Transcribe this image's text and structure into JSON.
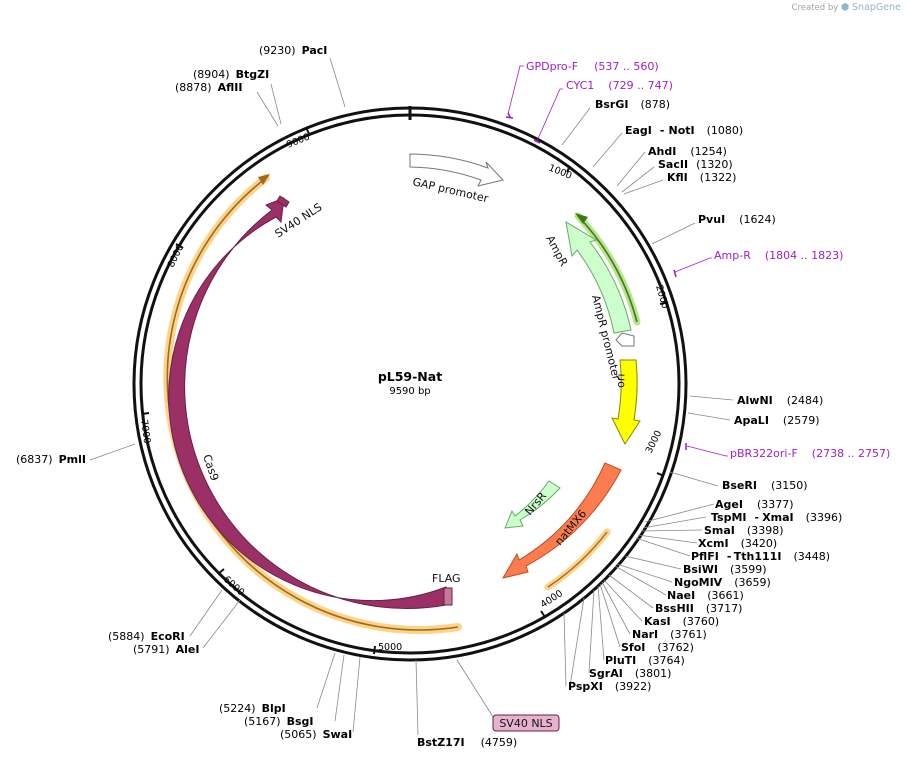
{
  "brand": {
    "created_by": "Created by",
    "product": "SnapGene"
  },
  "plasmid": {
    "name": "pL59-Nat",
    "size_label": "9590 bp",
    "length": 9590
  },
  "ticks": [
    "1000",
    "2000",
    "3000",
    "4000",
    "5000",
    "6000",
    "7000",
    "8000",
    "9000"
  ],
  "enzymes": [
    {
      "name": "PacI",
      "pos": "(9230)"
    },
    {
      "name": "BtgZI",
      "pos": "(8904)"
    },
    {
      "name": "AflII",
      "pos": "(8878)"
    },
    {
      "name": "BsrGI",
      "pos": "(878)"
    },
    {
      "name": "EagI",
      "name2": "NotI",
      "pos": "(1080)"
    },
    {
      "name": "AhdI",
      "pos": "(1254)"
    },
    {
      "name": "SacII",
      "pos": "(1320)"
    },
    {
      "name": "KflI",
      "pos": "(1322)"
    },
    {
      "name": "PvuI",
      "pos": "(1624)"
    },
    {
      "name": "AlwNI",
      "pos": "(2484)"
    },
    {
      "name": "ApaLI",
      "pos": "(2579)"
    },
    {
      "name": "BseRI",
      "pos": "(3150)"
    },
    {
      "name": "AgeI",
      "pos": "(3377)"
    },
    {
      "name": "TspMI",
      "name2": "XmaI",
      "pos": "(3396)"
    },
    {
      "name": "SmaI",
      "pos": "(3398)"
    },
    {
      "name": "XcmI",
      "pos": "(3420)"
    },
    {
      "name": "PflFI",
      "name2": "Tth111I",
      "pos": "(3448)"
    },
    {
      "name": "BsiWI",
      "pos": "(3599)"
    },
    {
      "name": "NgoMIV",
      "pos": "(3659)"
    },
    {
      "name": "NaeI",
      "pos": "(3661)"
    },
    {
      "name": "BssHII",
      "pos": "(3717)"
    },
    {
      "name": "KasI",
      "pos": "(3760)"
    },
    {
      "name": "NarI",
      "pos": "(3761)"
    },
    {
      "name": "SfoI",
      "pos": "(3762)"
    },
    {
      "name": "PluTI",
      "pos": "(3764)"
    },
    {
      "name": "SgrAI",
      "pos": "(3801)"
    },
    {
      "name": "PspXI",
      "pos": "(3922)"
    },
    {
      "name": "BstZ17I",
      "pos": "(4759)"
    },
    {
      "name": "SwaI",
      "pos": "(5065)"
    },
    {
      "name": "BsgI",
      "pos": "(5167)"
    },
    {
      "name": "BlpI",
      "pos": "(5224)"
    },
    {
      "name": "AleI",
      "pos": "(5791)"
    },
    {
      "name": "EcoRI",
      "pos": "(5884)"
    },
    {
      "name": "PmlI",
      "pos": "(6837)"
    }
  ],
  "primers": [
    {
      "name": "GPDpro-F",
      "range": "(537 .. 560)"
    },
    {
      "name": "CYC1",
      "range": "(729 .. 747)"
    },
    {
      "name": "Amp-R",
      "range": "(1804 .. 1823)"
    },
    {
      "name": "pBR322ori-F",
      "range": "(2738 .. 2757)"
    }
  ],
  "features": {
    "gap_promoter": "GAP promoter",
    "ampr": "AmpR",
    "ampr_promoter": "AmpR promoter",
    "ori": "ori",
    "nrsr": "NrsR",
    "natmx6": "natMX6",
    "flag": "FLAG",
    "cas9": "Cas9",
    "sv40_nls_top": "SV40 NLS",
    "sv40_nls_box": "SV40 NLS"
  },
  "colors": {
    "primer": "#a020c8",
    "cas9": "#9b3067",
    "natmx6": "#fb7d4f",
    "ori": "#ffff00",
    "ampr_fill": "#ccffcc",
    "orf_highlight": "#f8c76d",
    "ampr_orf": "#5fa01e"
  }
}
